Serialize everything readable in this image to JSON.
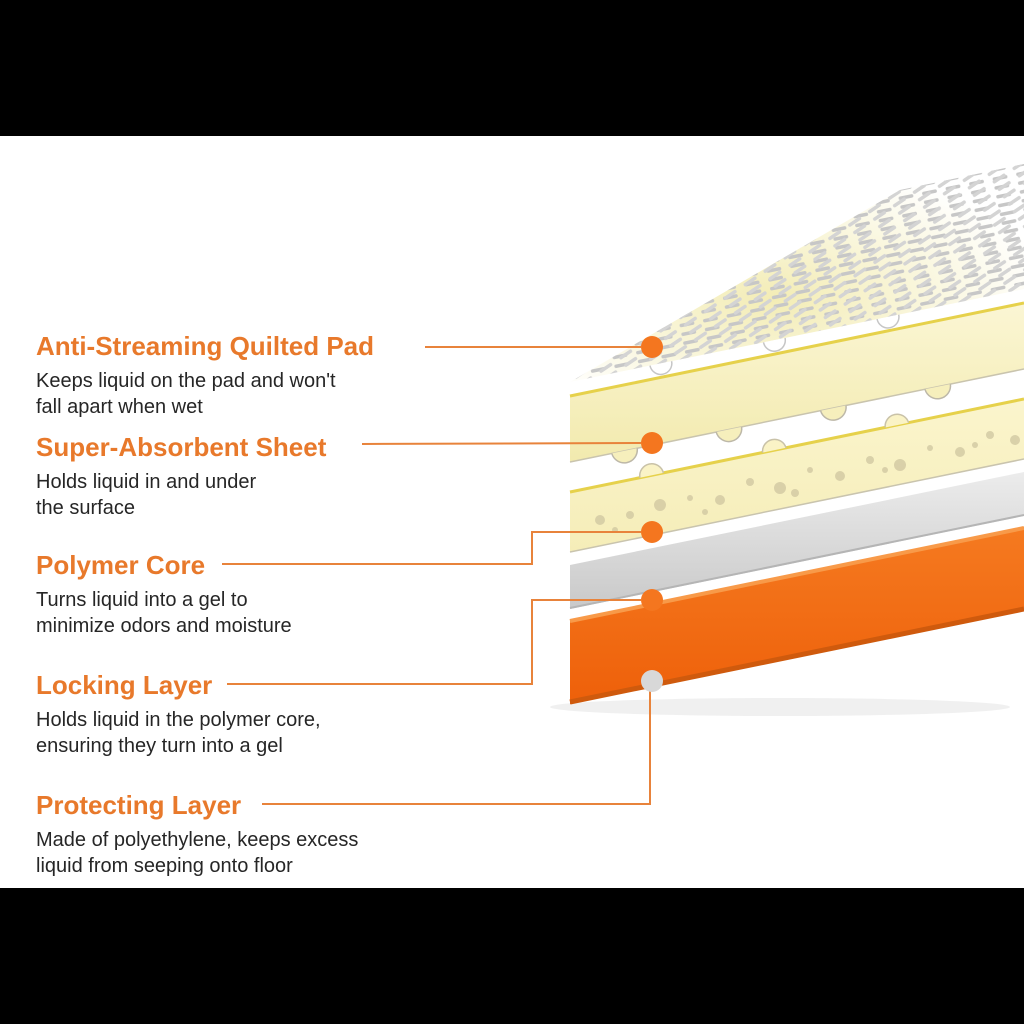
{
  "page": {
    "background_color": "#FFFFFF",
    "letterbox_color": "#000000"
  },
  "diagram": {
    "accent_color": "#E8792B",
    "connector_line_color": "#E8833B",
    "labels": [
      {
        "title": "Anti-Streaming Quilted Pad",
        "description": "Keeps liquid on the pad and won't\nfall apart when wet"
      },
      {
        "title": "Super-Absorbent Sheet",
        "description": "Holds liquid in and under\nthe surface"
      },
      {
        "title": "Polymer Core",
        "description": "Turns liquid into a gel to\nminimize odors and moisture"
      },
      {
        "title": "Locking Layer",
        "description": "Holds liquid in the polymer core,\nensuring they turn into a gel"
      },
      {
        "title": "Protecting Layer",
        "description": "Made of polyethylene, keeps excess\nliquid from seeping onto floor"
      }
    ],
    "layers": [
      {
        "name": "anti-streaming-quilted-pad",
        "appearance": "white-gray mesh",
        "color": "#C7C7C7"
      },
      {
        "name": "super-absorbent-sheet",
        "appearance": "pale yellow quilted sheet",
        "color": "#F6EFBC"
      },
      {
        "name": "polymer-core",
        "appearance": "pale yellow with granules",
        "color": "#FAF3C6"
      },
      {
        "name": "locking-layer",
        "appearance": "light gray sheet",
        "color": "#D9D9D9"
      },
      {
        "name": "protecting-layer",
        "appearance": "orange slab",
        "color": "#F26A10"
      }
    ],
    "callout_dots": [
      {
        "target": "anti-streaming-quilted-pad",
        "color": "#F4761F"
      },
      {
        "target": "super-absorbent-sheet",
        "color": "#F4761F"
      },
      {
        "target": "polymer-core",
        "color": "#F4761F"
      },
      {
        "target": "locking-layer",
        "color": "#F4761F"
      },
      {
        "target": "protecting-layer",
        "color": "#D8D8D8"
      }
    ]
  }
}
